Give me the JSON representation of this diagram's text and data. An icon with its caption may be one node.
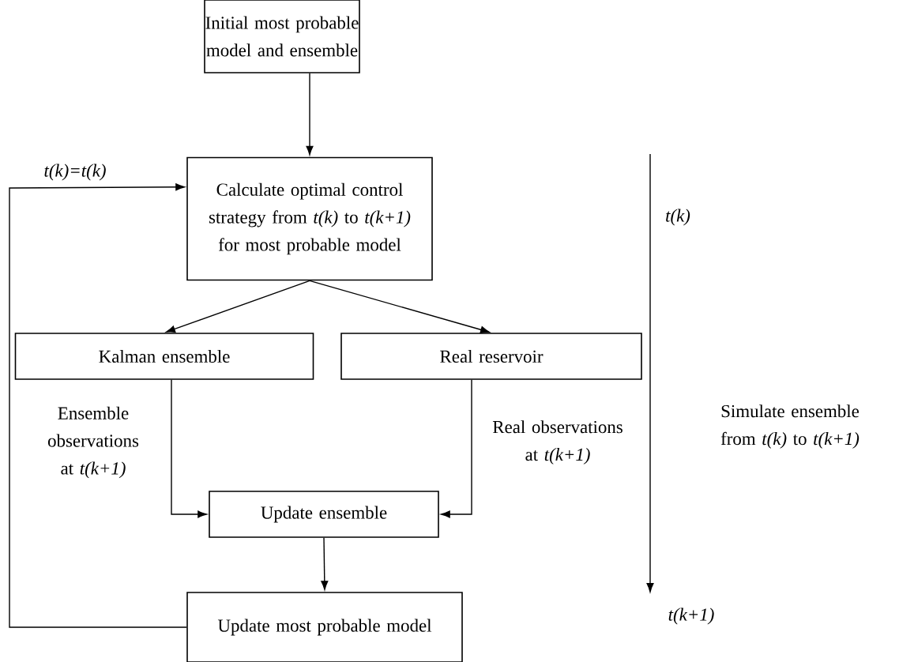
{
  "diagram": {
    "nodes": [
      {
        "text": [
          "Initial most probable model and ensemble"
        ]
      },
      {
        "text": [
          "Calculate optimal control strategy from *t(k)* to *t(k+1)* for most probable model"
        ]
      },
      {
        "text": [
          "Kalman ensemble"
        ]
      },
      {
        "text": [
          "Real reservoir"
        ]
      },
      {
        "text": [
          "Update ensemble"
        ]
      },
      {
        "text": [
          "Update most probable model"
        ]
      }
    ],
    "edges": [
      {
        "from": 0,
        "to": 1,
        "arrow": "to"
      },
      {
        "from": 1,
        "to": 2,
        "arrow": "to"
      },
      {
        "from": 1,
        "to": 3,
        "arrow": "to"
      },
      {
        "from": 2,
        "to": 4,
        "arrow": "to",
        "label": "Ensemble observations at *t(k+1)*"
      },
      {
        "from": 3,
        "to": 4,
        "arrow": "to",
        "label": "Real observations at *t(k+1)*"
      },
      {
        "from": 4,
        "to": 5,
        "arrow": "to"
      },
      {
        "from": 5,
        "to": 1,
        "arrow": "to",
        "label": "t(k)=t(k)"
      }
    ],
    "labels": [
      "t(k)",
      "Simulate ensemble from *t(k)* to *t(k+1)*",
      "t(k+1)"
    ]
  }
}
